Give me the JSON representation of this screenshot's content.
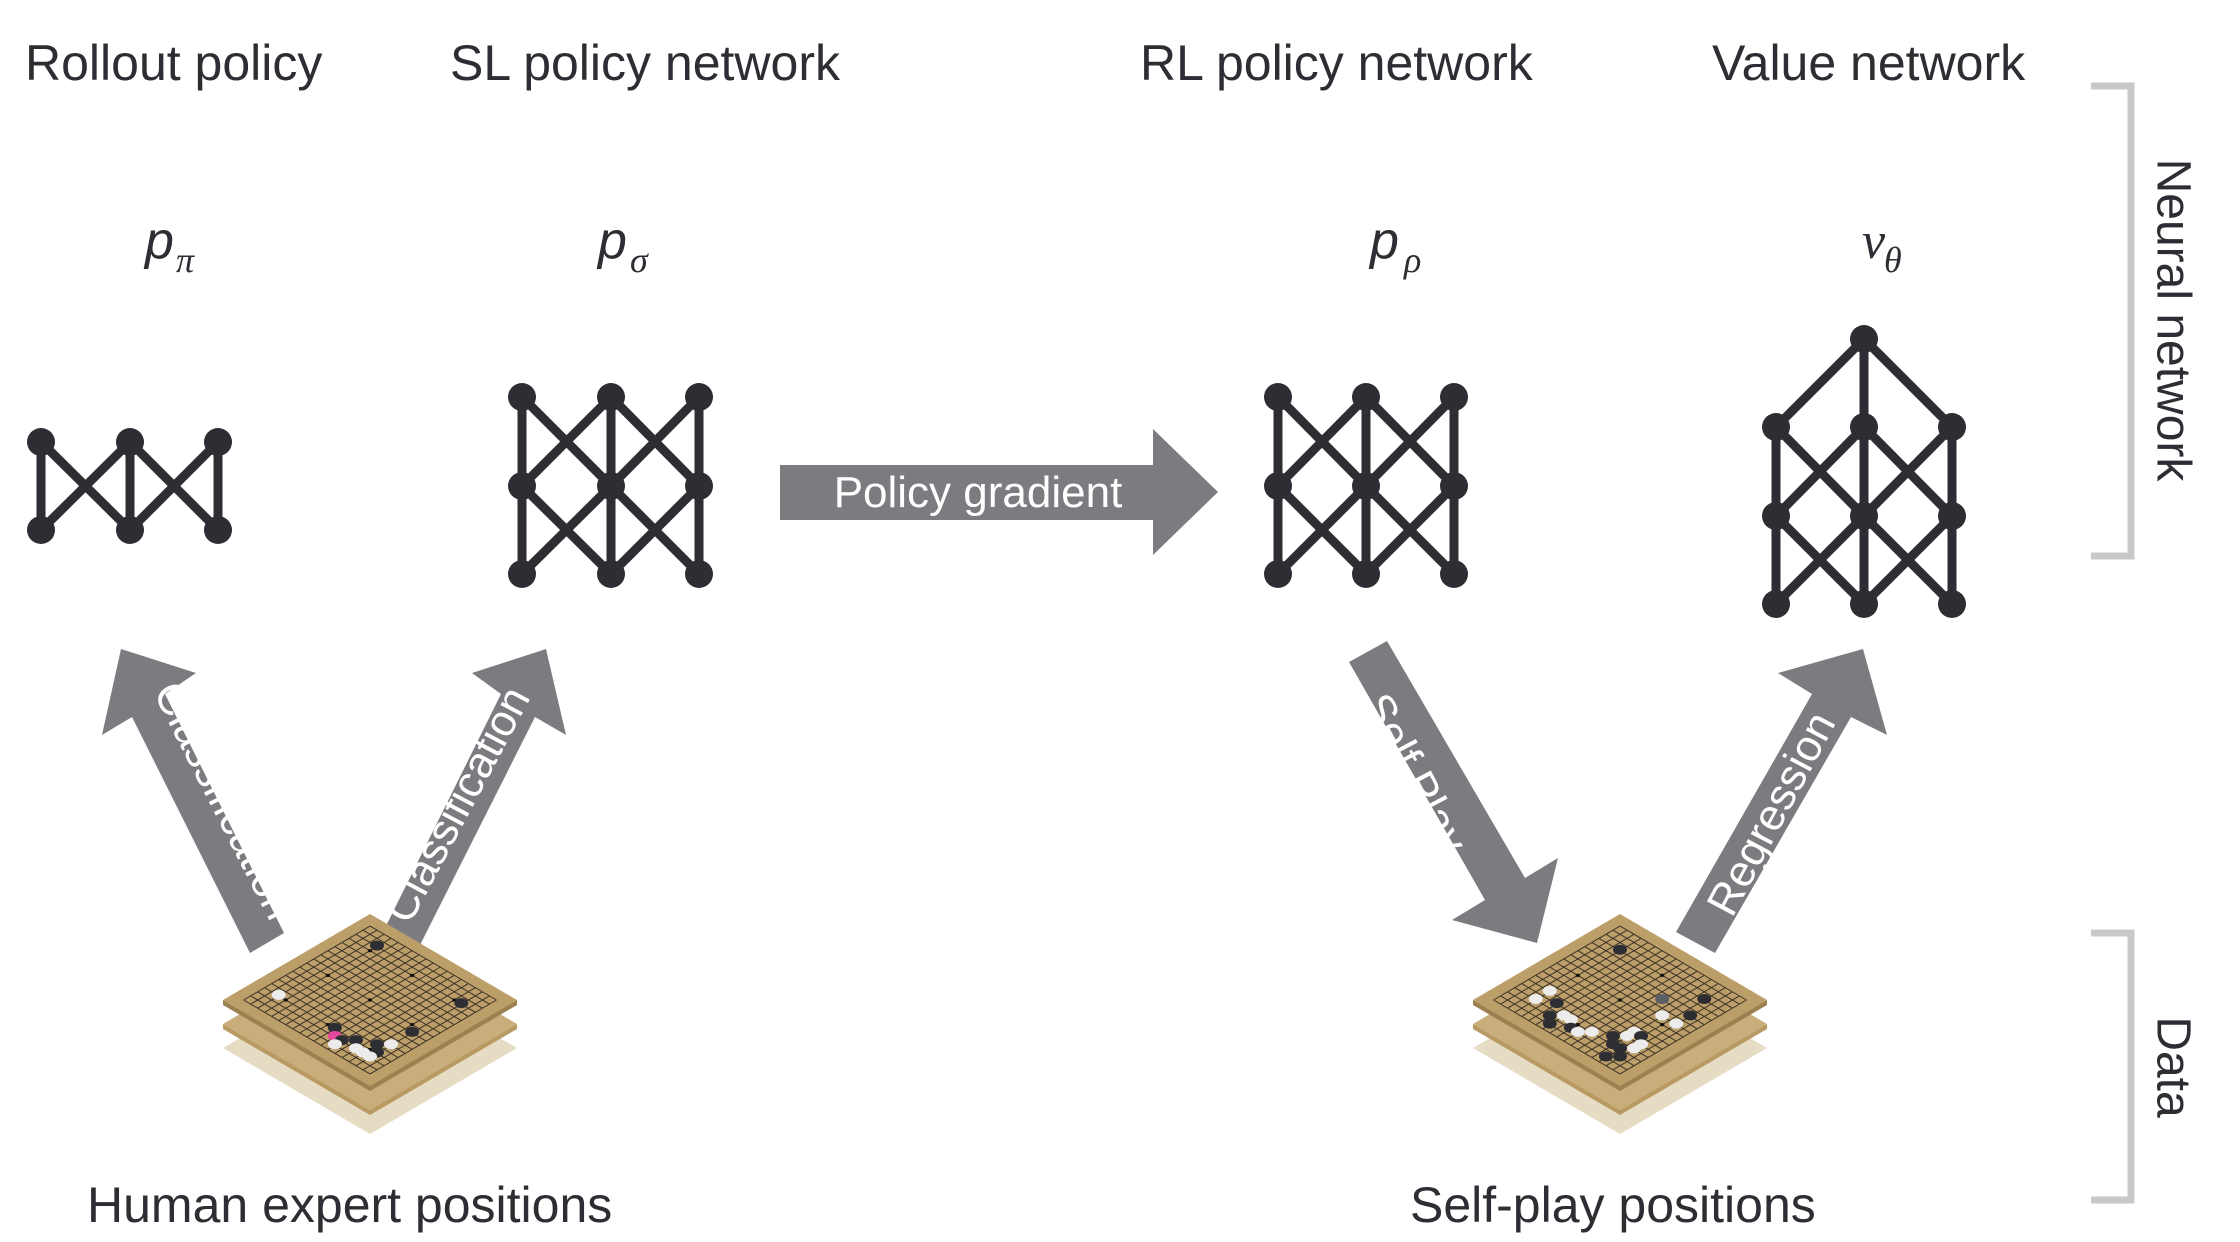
{
  "colors": {
    "ink": "#2d2e33",
    "arrow": "#7b7c80",
    "arrow_text": "#ffffff",
    "bracket": "#c8c8ca",
    "board_top": "#bc9e68",
    "board_mid": "#c9ae7c",
    "board_low": "#e6dcc4",
    "grid_line": "#3b3226",
    "stone_black": "#2d2e33",
    "stone_white": "#ececec",
    "stone_grey": "#5c5e68",
    "stone_highlight": "#e8479b"
  },
  "networks": [
    {
      "id": "rollout",
      "title": "Rollout policy",
      "symbol": "p",
      "subscript": "π",
      "layout": "two-layer"
    },
    {
      "id": "sl",
      "title": "SL policy network",
      "symbol": "p",
      "subscript": "σ",
      "layout": "three-layer"
    },
    {
      "id": "rl",
      "title": "RL policy network",
      "symbol": "p",
      "subscript": "ρ",
      "layout": "three-layer"
    },
    {
      "id": "value",
      "title": "Value network",
      "symbol": "v",
      "subscript": "θ",
      "layout": "three-layer-single-output"
    }
  ],
  "arrows": {
    "classification_left": "Classification",
    "classification_right": "Classification",
    "policy_gradient": "Policy gradient",
    "self_play": "Self Play",
    "regression": "Regression"
  },
  "brackets": {
    "neural_network": "Neural network",
    "data": "Data"
  },
  "datasets": [
    {
      "id": "human",
      "label": "Human expert positions",
      "star_points": [
        [
          3,
          3
        ],
        [
          3,
          9
        ],
        [
          3,
          15
        ],
        [
          9,
          3
        ],
        [
          9,
          9
        ],
        [
          9,
          15
        ],
        [
          15,
          3
        ],
        [
          15,
          9
        ],
        [
          15,
          15
        ]
      ],
      "stones": [
        {
          "u": 3,
          "v": 2,
          "color": "black"
        },
        {
          "u": 2,
          "v": 15,
          "color": "white"
        },
        {
          "u": 16,
          "v": 3,
          "color": "black"
        },
        {
          "u": 10,
          "v": 15,
          "color": "black"
        },
        {
          "u": 16,
          "v": 10,
          "color": "black"
        },
        {
          "u": 11,
          "v": 16,
          "color": "highlight"
        },
        {
          "u": 12,
          "v": 16,
          "color": "black"
        },
        {
          "u": 13,
          "v": 15,
          "color": "black"
        },
        {
          "u": 15,
          "v": 14,
          "color": "black"
        },
        {
          "u": 16,
          "v": 15,
          "color": "black"
        },
        {
          "u": 12,
          "v": 17,
          "color": "white"
        },
        {
          "u": 14,
          "v": 16,
          "color": "white"
        },
        {
          "u": 15,
          "v": 16,
          "color": "white"
        },
        {
          "u": 16,
          "v": 16,
          "color": "white"
        },
        {
          "u": 16,
          "v": 13,
          "color": "white"
        }
      ]
    },
    {
      "id": "selfplay",
      "label": "Self-play positions",
      "star_points": [
        [
          3,
          3
        ],
        [
          3,
          9
        ],
        [
          3,
          15
        ],
        [
          9,
          3
        ],
        [
          9,
          9
        ],
        [
          9,
          15
        ],
        [
          15,
          3
        ],
        [
          15,
          9
        ],
        [
          15,
          15
        ]
      ],
      "stones": [
        {
          "u": 3,
          "v": 3,
          "color": "black"
        },
        {
          "u": 15,
          "v": 3,
          "color": "black"
        },
        {
          "u": 12,
          "v": 6,
          "color": "grey"
        },
        {
          "u": 3,
          "v": 13,
          "color": "white"
        },
        {
          "u": 3,
          "v": 15,
          "color": "white"
        },
        {
          "u": 5,
          "v": 14,
          "color": "black"
        },
        {
          "u": 6,
          "v": 16,
          "color": "black"
        },
        {
          "u": 7,
          "v": 17,
          "color": "black"
        },
        {
          "u": 7,
          "v": 15,
          "color": "white"
        },
        {
          "u": 8,
          "v": 15,
          "color": "white"
        },
        {
          "u": 9,
          "v": 16,
          "color": "black"
        },
        {
          "u": 10,
          "v": 16,
          "color": "white"
        },
        {
          "u": 11,
          "v": 15,
          "color": "white"
        },
        {
          "u": 14,
          "v": 8,
          "color": "white"
        },
        {
          "u": 16,
          "v": 6,
          "color": "black"
        },
        {
          "u": 16,
          "v": 8,
          "color": "white"
        },
        {
          "u": 13,
          "v": 14,
          "color": "black"
        },
        {
          "u": 14,
          "v": 13,
          "color": "white"
        },
        {
          "u": 14,
          "v": 12,
          "color": "white"
        },
        {
          "u": 15,
          "v": 12,
          "color": "black"
        },
        {
          "u": 14,
          "v": 15,
          "color": "black"
        },
        {
          "u": 15,
          "v": 15,
          "color": "black"
        },
        {
          "u": 16,
          "v": 13,
          "color": "white"
        },
        {
          "u": 16,
          "v": 14,
          "color": "white"
        },
        {
          "u": 15,
          "v": 17,
          "color": "black"
        },
        {
          "u": 16,
          "v": 16,
          "color": "black"
        }
      ]
    }
  ]
}
